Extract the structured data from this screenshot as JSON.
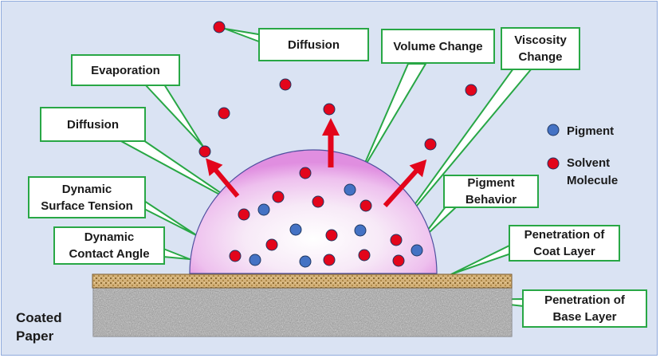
{
  "callouts": {
    "diffusion_top": "Diffusion",
    "volume_change": "Volume Change",
    "viscosity_change": "Viscosity\nChange",
    "evaporation": "Evaporation",
    "diffusion_left": "Diffusion",
    "dynamic_surface_tension": "Dynamic\nSurface Tension",
    "dynamic_contact_angle": "Dynamic\nContact Angle",
    "pigment_behavior": "Pigment\nBehavior",
    "penetration_coat_layer": "Penetration of\nCoat Layer",
    "penetration_base_layer": "Penetration of\nBase Layer"
  },
  "legend": {
    "pigment": "Pigment",
    "solvent_molecule": "Solvent\nMolecule"
  },
  "paper_label": "Coated\nPaper",
  "colors": {
    "background": "#dae3f3",
    "callout_border": "#28a745",
    "pigment": "#4472c4",
    "solvent": "#e3051b",
    "arrow": "#e3051b",
    "droplet_edge": "#4f4f9f",
    "coat_layer": "#c9a86a",
    "base_layer": "#a7a7a7"
  }
}
